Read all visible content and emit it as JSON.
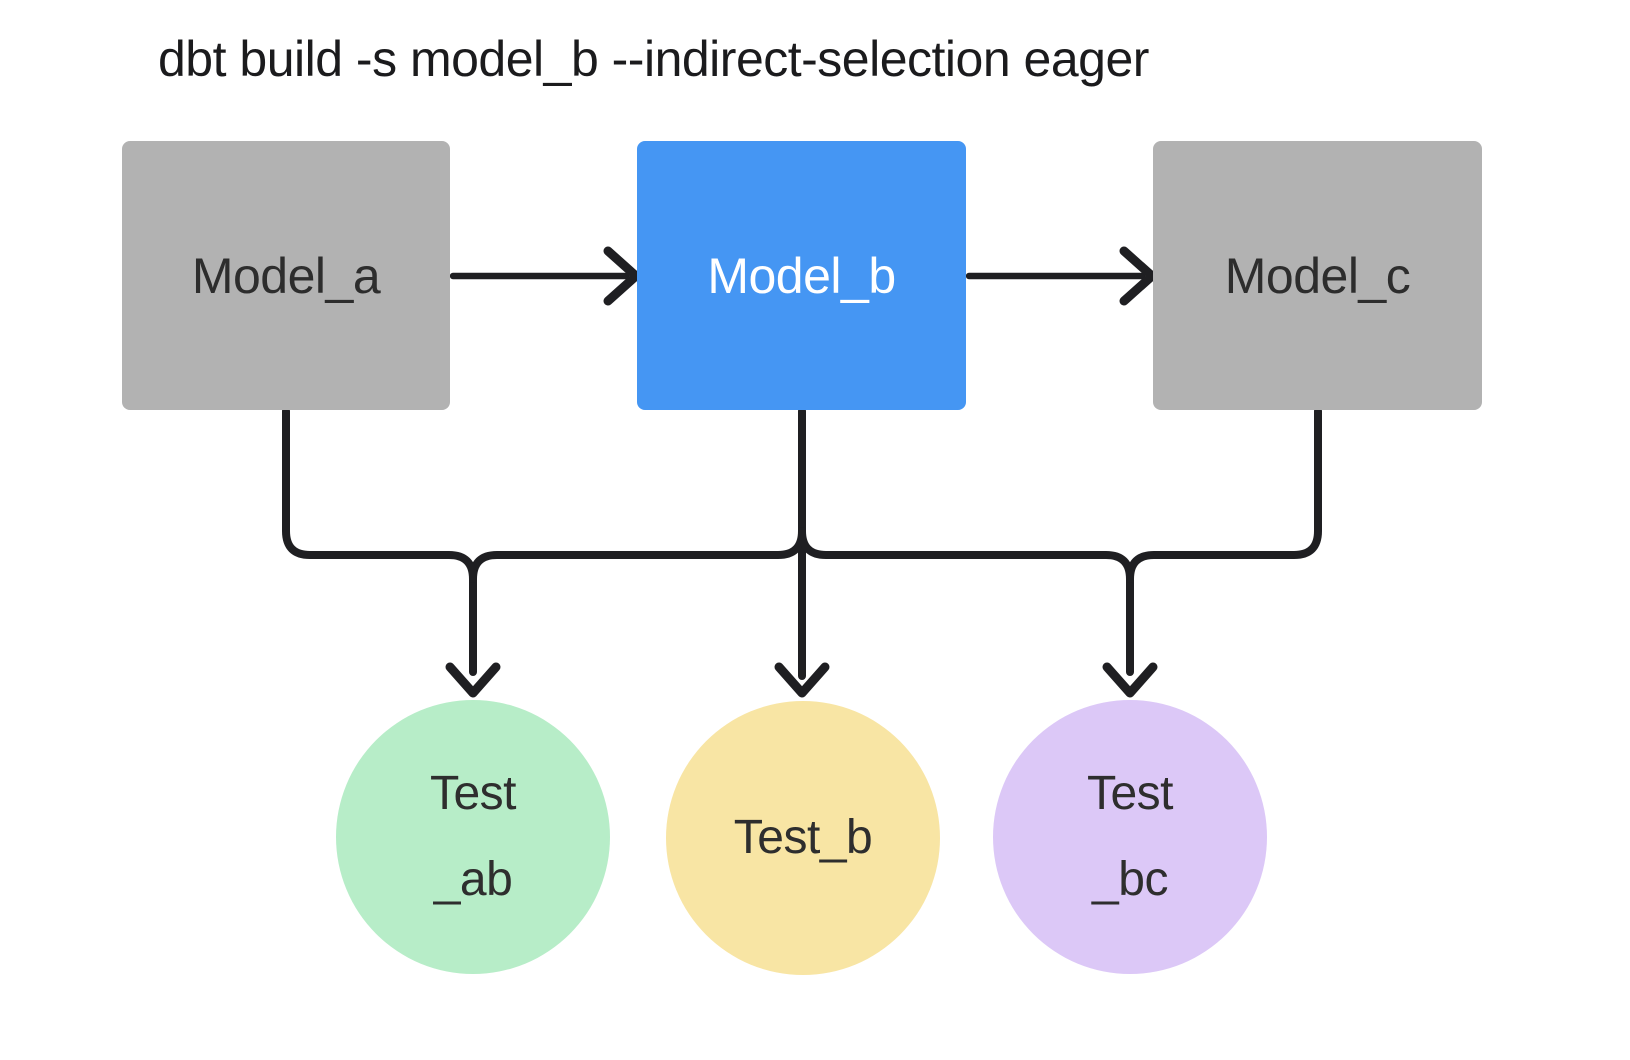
{
  "title": {
    "command": "dbt build -s model_b --indirect-selection eager"
  },
  "colors": {
    "background": "#ffffff",
    "line": "#1f1f22",
    "title_text": "#1b1b1d",
    "model_gray_fill": "#b2b2b2",
    "model_gray_text": "#2d2d2d",
    "model_selected_fill": "#4596f3",
    "model_selected_text": "#ffffff",
    "test_ab_fill": "#b7edc8",
    "test_b_fill": "#f8e5a4",
    "test_bc_fill": "#dcc8f7",
    "test_text": "#2e2e2e"
  },
  "nodes": {
    "models": [
      {
        "id": "model_a",
        "label": "Model_a",
        "selected": false
      },
      {
        "id": "model_b",
        "label": "Model_b",
        "selected": true
      },
      {
        "id": "model_c",
        "label": "Model_c",
        "selected": false
      }
    ],
    "tests": [
      {
        "id": "test_ab",
        "label_lines": [
          "Test",
          "_ab"
        ]
      },
      {
        "id": "test_b",
        "label_lines": [
          "Test_b"
        ]
      },
      {
        "id": "test_bc",
        "label_lines": [
          "Test",
          "_bc"
        ]
      }
    ]
  },
  "edges": [
    {
      "from": "model_a",
      "to": "model_b"
    },
    {
      "from": "model_b",
      "to": "model_c"
    },
    {
      "from": "model_a",
      "to": "test_ab"
    },
    {
      "from": "model_b",
      "to": "test_ab"
    },
    {
      "from": "model_b",
      "to": "test_b"
    },
    {
      "from": "model_b",
      "to": "test_bc"
    },
    {
      "from": "model_c",
      "to": "test_bc"
    }
  ]
}
